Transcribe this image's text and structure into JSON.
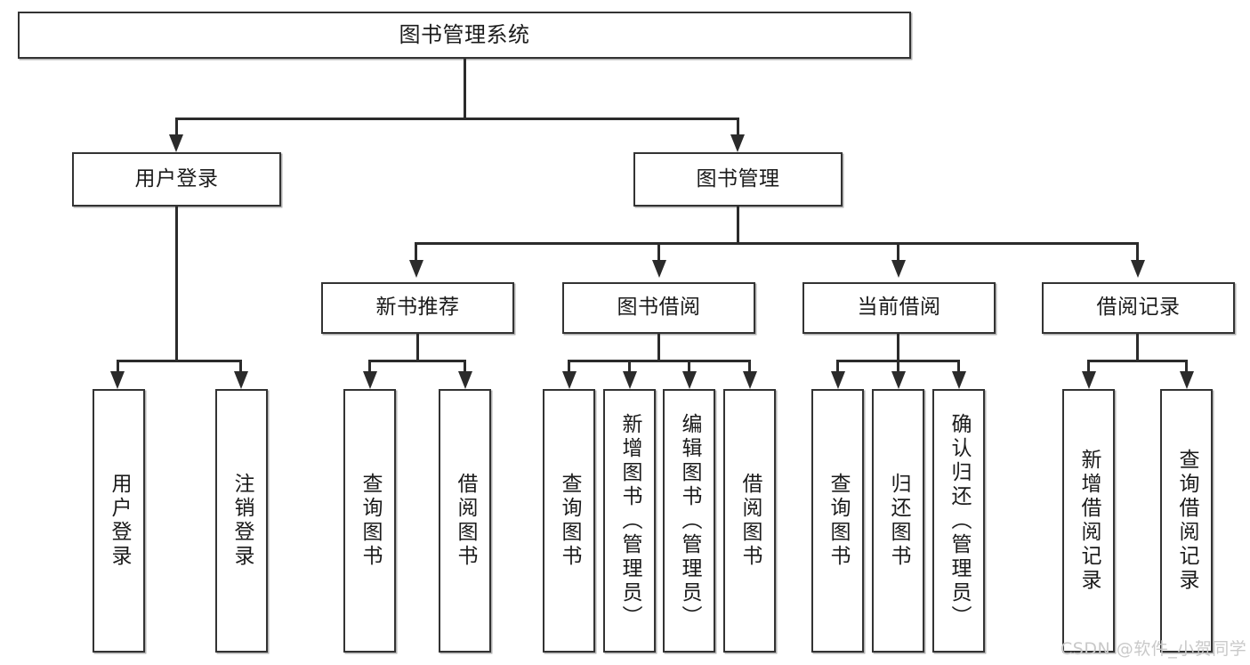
{
  "diagram": {
    "type": "tree",
    "title": "图书管理系统",
    "root": {
      "label": "图书管理系统"
    },
    "level2": [
      {
        "label": "用户登录"
      },
      {
        "label": "图书管理"
      }
    ],
    "level3": [
      {
        "label": "新书推荐"
      },
      {
        "label": "图书借阅"
      },
      {
        "label": "当前借阅"
      },
      {
        "label": "借阅记录"
      }
    ],
    "leaves": {
      "user_login": [
        {
          "label": "用户登录"
        },
        {
          "label": "注销登录"
        }
      ],
      "new_book_recommend": [
        {
          "label": "查询图书"
        },
        {
          "label": "借阅图书"
        }
      ],
      "book_borrow": [
        {
          "label": "查询图书"
        },
        {
          "label": "新增图书（管理员）"
        },
        {
          "label": "编辑图书（管理员）"
        },
        {
          "label": "借阅图书"
        }
      ],
      "current_borrow": [
        {
          "label": "查询图书"
        },
        {
          "label": "归还图书"
        },
        {
          "label": "确认归还（管理员）"
        }
      ],
      "borrow_record": [
        {
          "label": "新增借阅记录"
        },
        {
          "label": "查询借阅记录"
        }
      ]
    }
  },
  "watermark": {
    "text": "CSDN @软件_小贺同学"
  },
  "colors": {
    "box_border": "#333333",
    "connector": "#2b2b2b",
    "text": "#1b1b1b",
    "background": "#ffffff",
    "watermark": "#c9c9c9"
  }
}
